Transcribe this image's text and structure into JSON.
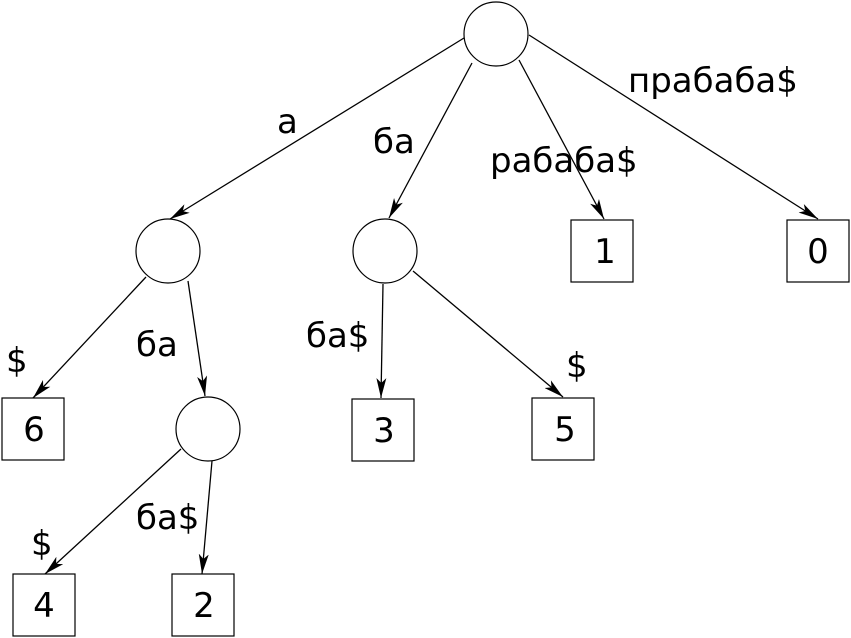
{
  "tree": {
    "internal_nodes": [
      "root",
      "n_a",
      "n_ba",
      "n_aba"
    ],
    "leaves": [
      {
        "id": "l1",
        "label": "1"
      },
      {
        "id": "l0",
        "label": "0"
      },
      {
        "id": "l6",
        "label": "6"
      },
      {
        "id": "l3",
        "label": "3"
      },
      {
        "id": "l5",
        "label": "5"
      },
      {
        "id": "l4",
        "label": "4"
      },
      {
        "id": "l2",
        "label": "2"
      }
    ],
    "edges": [
      {
        "id": "e-root-a",
        "from": "root",
        "to": "n_a",
        "label": "а"
      },
      {
        "id": "e-root-ba",
        "from": "root",
        "to": "n_ba",
        "label": "ба"
      },
      {
        "id": "e-root-l1",
        "from": "root",
        "to": "l1",
        "label": "рабаба$"
      },
      {
        "id": "e-root-l0",
        "from": "root",
        "to": "l0",
        "label": "прабаба$"
      },
      {
        "id": "e-a-l6",
        "from": "n_a",
        "to": "l6",
        "label": "$"
      },
      {
        "id": "e-a-aba",
        "from": "n_a",
        "to": "n_aba",
        "label": "ба"
      },
      {
        "id": "e-ba-l3",
        "from": "n_ba",
        "to": "l3",
        "label": "ба$"
      },
      {
        "id": "e-ba-l5",
        "from": "n_ba",
        "to": "l5",
        "label": "$"
      },
      {
        "id": "e-aba-l4",
        "from": "n_aba",
        "to": "l4",
        "label": "$"
      },
      {
        "id": "e-aba-l2",
        "from": "n_aba",
        "to": "l2",
        "label": "ба$"
      }
    ]
  }
}
